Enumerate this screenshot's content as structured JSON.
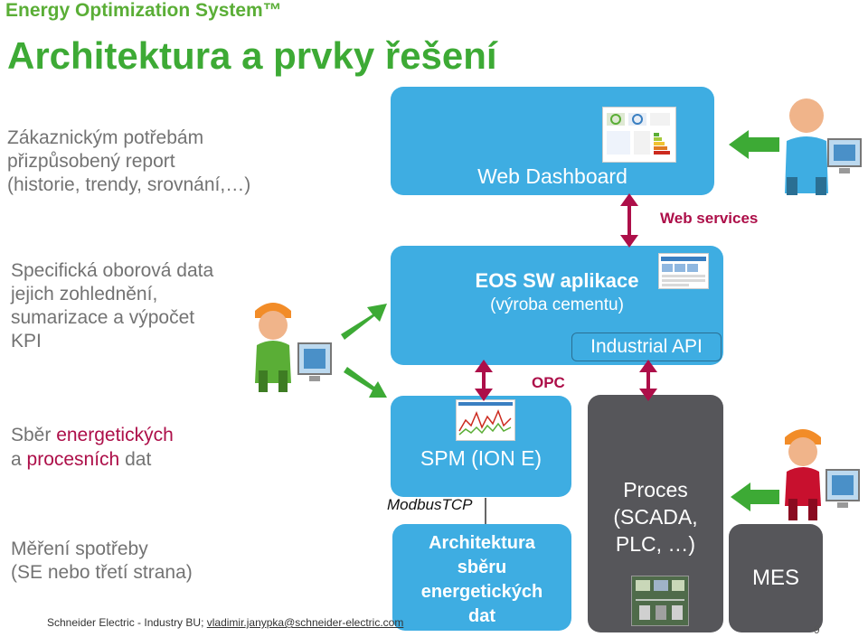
{
  "header": {
    "brand": "Energy Optimization System™",
    "title": "Architektura a prvky řešení"
  },
  "left": {
    "report": "Zákaznickým potřebám\npřizpůsobený  report\n(historie, trendy, srovnání,…)",
    "kpi": "Specifická oborová data\njejich zohlednění,\nsumarizace a výpočet\nKPI",
    "collect_prefix": "Sběr ",
    "collect_em1": "energetických",
    "collect_mid": "a ",
    "collect_em2": "procesních",
    "collect_suffix": " dat",
    "measure": "Měření spotřeby\n(SE nebo třetí strana)"
  },
  "boxes": {
    "web_dashboard": "Web Dashboard",
    "eos_title": "EOS  SW aplikace",
    "eos_sub": "(výroba cementu)",
    "industrial_api": "Industrial API",
    "spm": "SPM (ION E)",
    "architecture": "Architektura\nsběru\nenergetických\ndat",
    "process": "Proces\n(SCADA,\nPLC, …)",
    "mes": "MES"
  },
  "labels": {
    "web_services": "Web services",
    "opc": "OPC",
    "modbus": "ModbusTCP"
  },
  "footer": {
    "company": "Schneider Electric  -  Industry BU; ",
    "email": "vladimir.janypka@schneider-electric.com",
    "page": "9"
  },
  "colors": {
    "green": "#3daa35",
    "blue": "#3eade2",
    "dark": "#56565a",
    "maroon": "#ad0f49"
  }
}
